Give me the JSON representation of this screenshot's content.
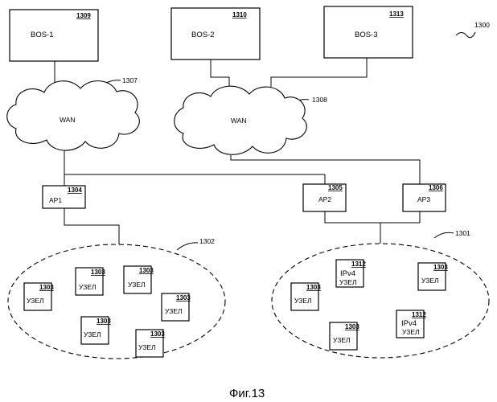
{
  "figure_ref": "1300",
  "caption": "Фиг.13",
  "servers": [
    {
      "label": "BOS-1",
      "ref": "1309"
    },
    {
      "label": "BOS-2",
      "ref": "1310"
    },
    {
      "label": "BOS-3",
      "ref": "1313"
    }
  ],
  "wans": [
    {
      "label": "WAN",
      "ref": "1307"
    },
    {
      "label": "WAN",
      "ref": "1308"
    }
  ],
  "access_points": [
    {
      "label": "AP1",
      "ref": "1304"
    },
    {
      "label": "AP2",
      "ref": "1305"
    },
    {
      "label": "AP3",
      "ref": "1306"
    }
  ],
  "networks": [
    {
      "ref": "1302"
    },
    {
      "ref": "1301"
    }
  ],
  "node_label": "УЗЕЛ",
  "node_ref": "1303",
  "ipv4_label": "IPv4",
  "ipv4_ref": "1312"
}
